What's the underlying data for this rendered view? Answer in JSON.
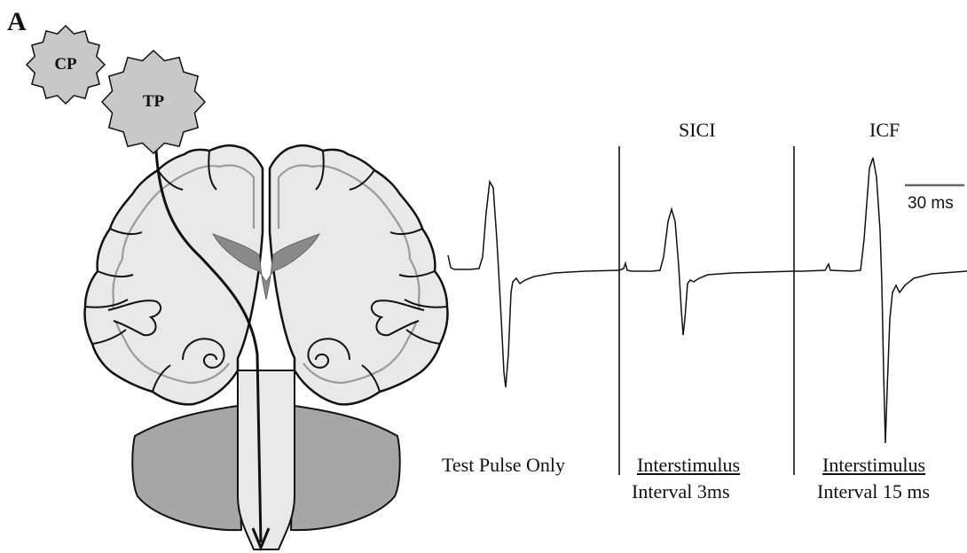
{
  "panel_label": "A",
  "stimuli": {
    "conditioning_pulse": "CP",
    "test_pulse": "TP"
  },
  "conditions": [
    {
      "title": "",
      "caption_line1": "Test Pulse Only",
      "caption_line2": "",
      "line1_underlined": false
    },
    {
      "title": "SICI",
      "caption_line1": "Interstimulus",
      "caption_line2": "Interval 3ms",
      "line1_underlined": true
    },
    {
      "title": "ICF",
      "caption_line1": "Interstimulus",
      "caption_line2": "Interval 15 ms",
      "line1_underlined": true
    }
  ],
  "scale_bar": {
    "label": "30 ms"
  },
  "colors": {
    "stimulus_fill": "#c8c8c8",
    "brain_fill": "#e9e9e9",
    "gray_matter_line": "#9a9a9a",
    "ventricle_fill": "#8a8a8a",
    "cerebellum_fill": "#a6a6a6",
    "trace": "#111111"
  }
}
